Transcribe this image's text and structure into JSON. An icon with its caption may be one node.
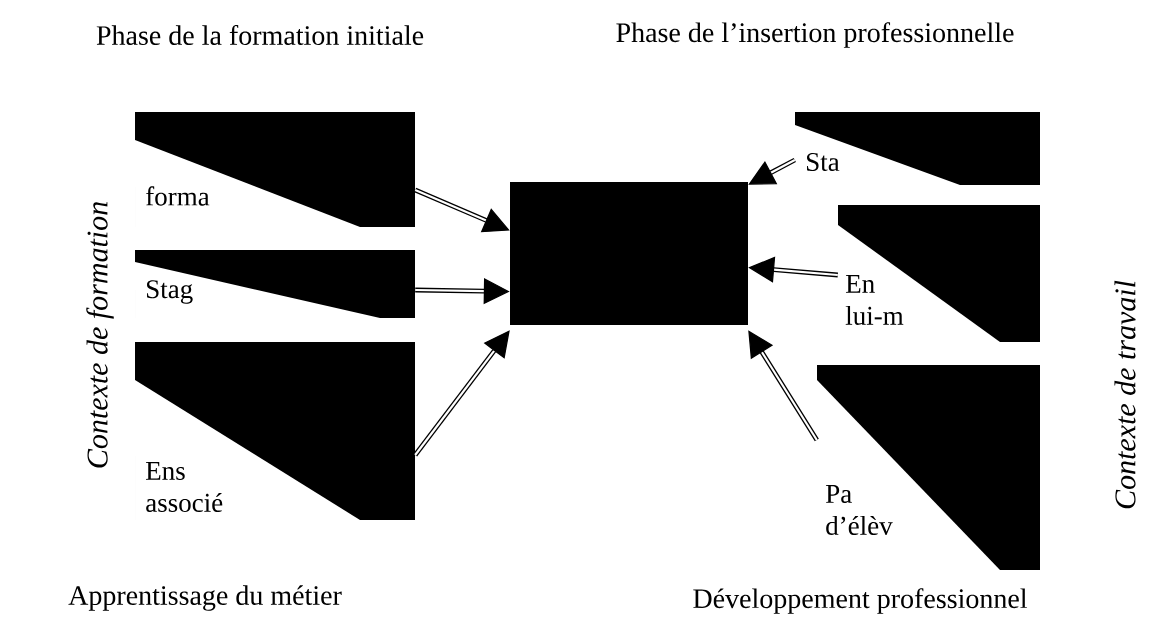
{
  "diagram": {
    "nodes": [
      {
        "text": [
          "forma"
        ]
      },
      {
        "text": [
          "Stag"
        ]
      },
      {
        "text": [
          "Ens associé"
        ]
      },
      {
        "text": [],
        "shape": "box"
      },
      {
        "text": [
          "Sta"
        ]
      },
      {
        "text": [
          "En lui-m"
        ]
      },
      {
        "text": [
          "Pa d’élèv"
        ]
      }
    ],
    "edges": [
      {
        "from": 0,
        "to": 3,
        "arrow": "to"
      },
      {
        "from": 1,
        "to": 3,
        "arrow": "to"
      },
      {
        "from": 2,
        "to": 3,
        "arrow": "to"
      },
      {
        "from": 4,
        "to": 3,
        "arrow": "to"
      },
      {
        "from": 5,
        "to": 3,
        "arrow": "to"
      },
      {
        "from": 6,
        "to": 3,
        "arrow": "to"
      }
    ],
    "labels": [
      "Phase de la formation initiale",
      "Phase de l’insertion professionnelle",
      "Contexte de formation",
      "Contexte de travail",
      "Apprentissage du métier",
      "Développement professionnel"
    ]
  }
}
